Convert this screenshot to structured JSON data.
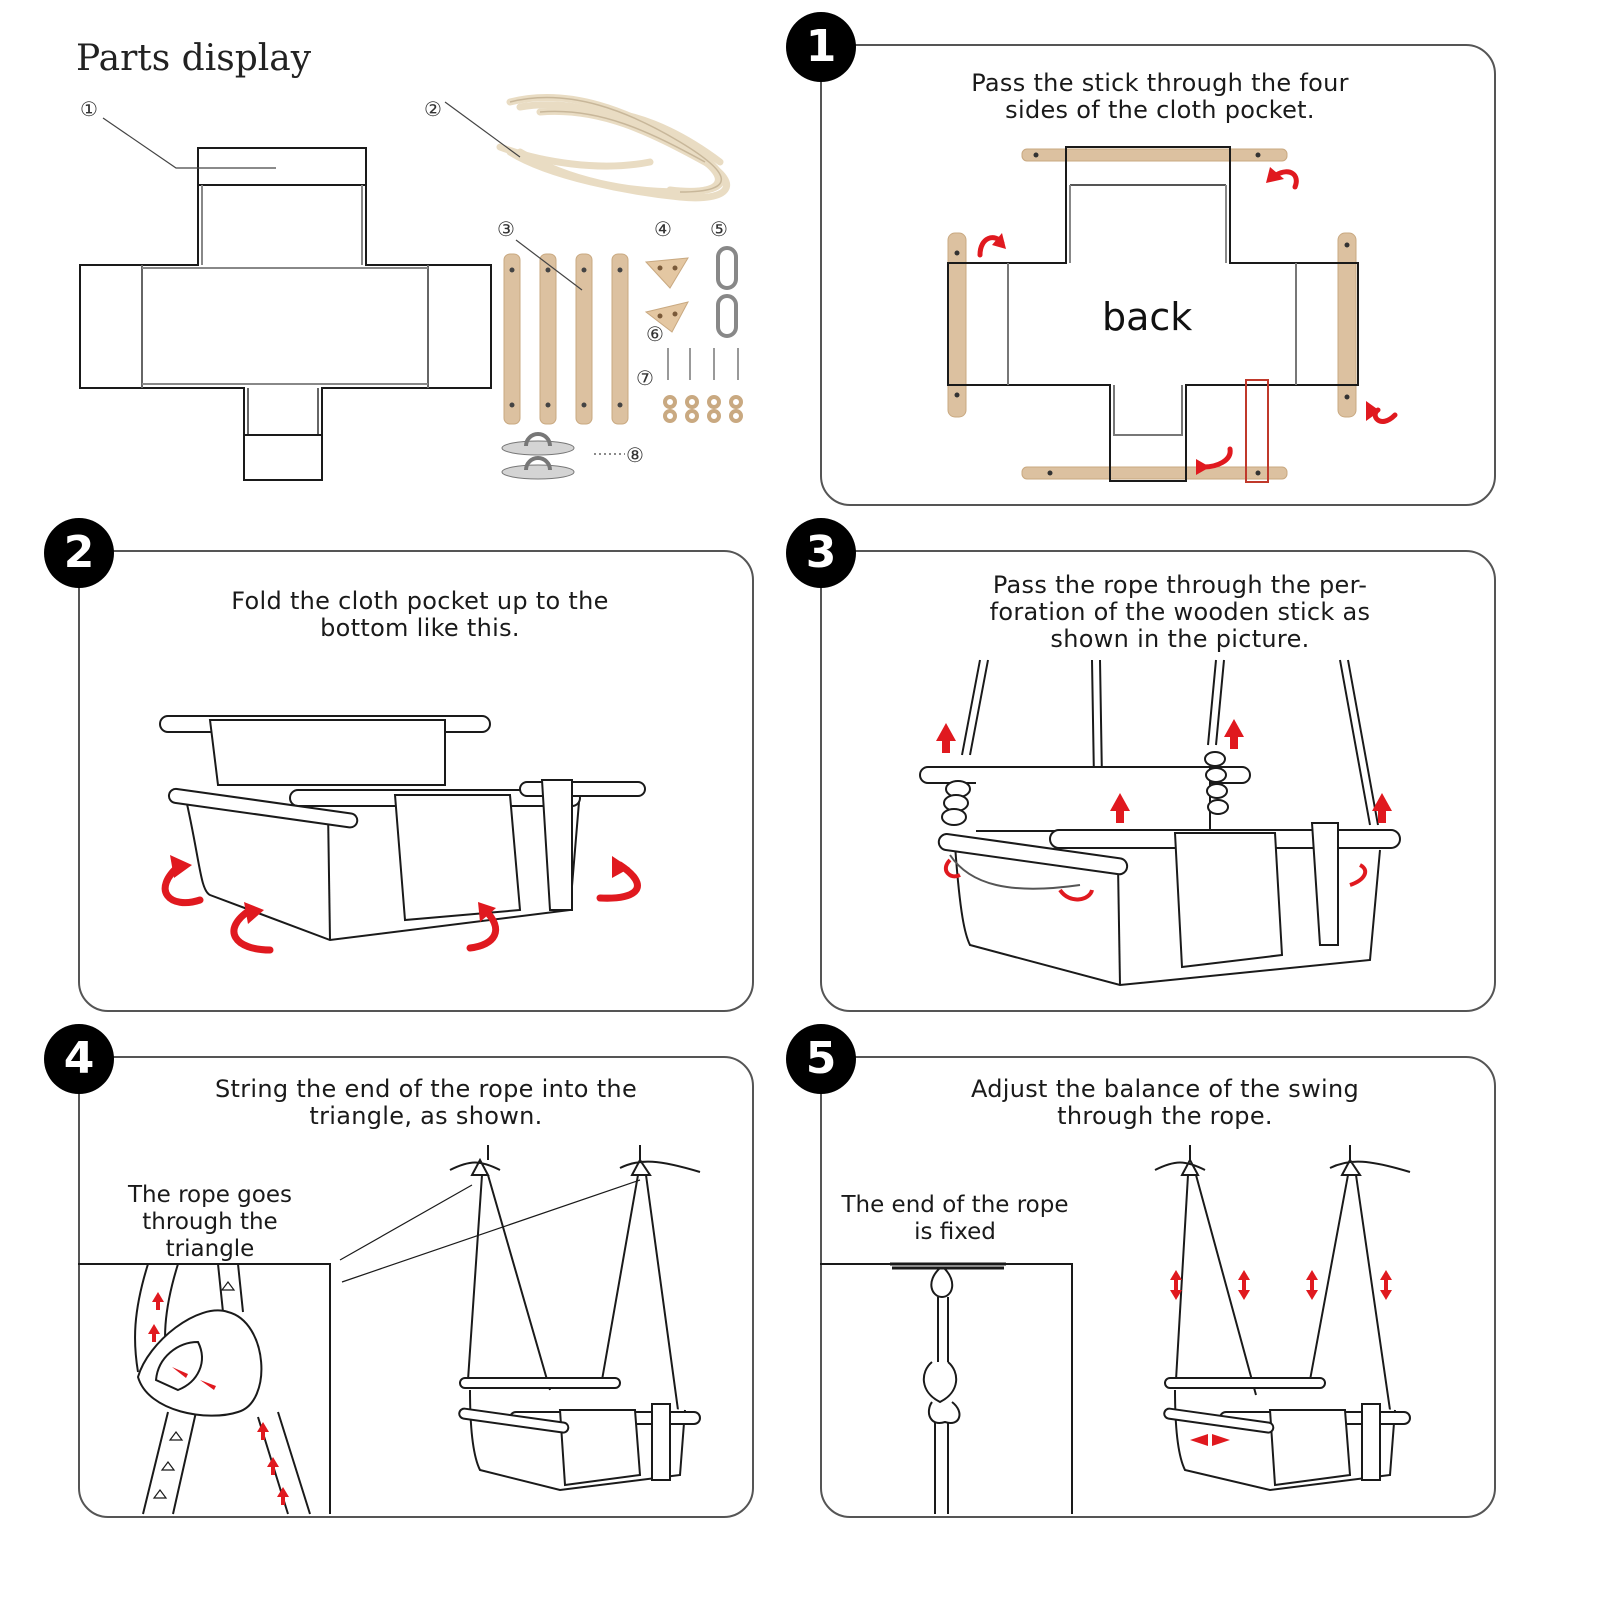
{
  "parts": {
    "title": "Parts display",
    "labels": [
      "①",
      "②",
      "③",
      "④",
      "⑤",
      "⑥",
      "⑦",
      "⑧"
    ]
  },
  "steps": [
    {
      "number": "1",
      "caption": "Pass the stick through the four sides of the cloth pocket.",
      "extra": "back"
    },
    {
      "number": "2",
      "caption": "Fold the cloth pocket up to the bottom like this."
    },
    {
      "number": "3",
      "caption": "Pass the rope through the per- foration of the wooden stick as shown in the picture."
    },
    {
      "number": "4",
      "caption": "String the end of the rope into the triangle, as shown.",
      "sub": "The rope goes through the triangle"
    },
    {
      "number": "5",
      "caption": "Adjust the balance of the swing through the rope.",
      "sub": "The end of the rope is fixed"
    }
  ],
  "colors": {
    "arrow": "#e0191f",
    "wood": "#dcc1a0",
    "line": "#1a1a1a"
  }
}
